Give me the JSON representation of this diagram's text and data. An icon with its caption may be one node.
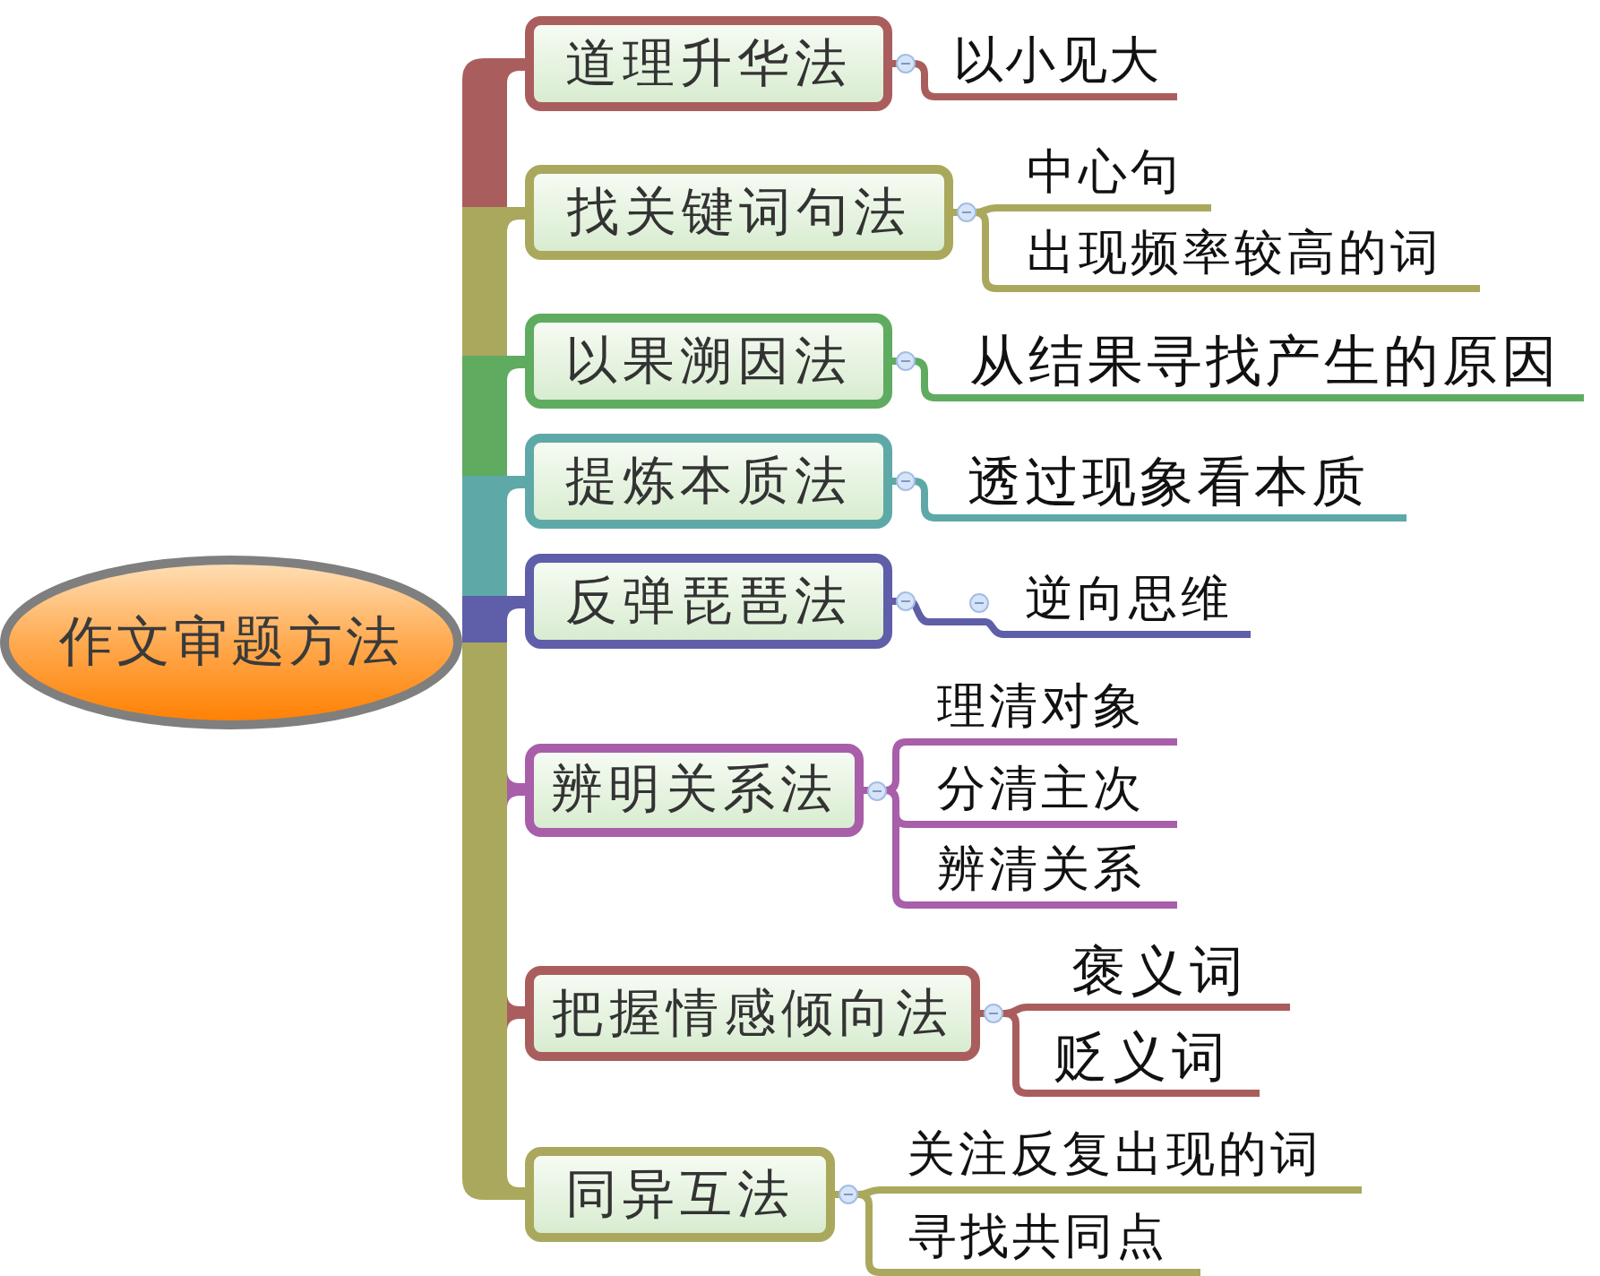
{
  "diagram": {
    "nodes": [
      {
        "text": [
          "作文审题方法"
        ]
      },
      {
        "text": [
          "道理升华法"
        ]
      },
      {
        "text": [
          "以小见大"
        ]
      },
      {
        "text": [
          "找关键词句法"
        ]
      },
      {
        "text": [
          "中心句"
        ]
      },
      {
        "text": [
          "出现频率较高的词"
        ]
      },
      {
        "text": [
          "以果溯因法"
        ]
      },
      {
        "text": [
          "从结果寻找产生的原因"
        ]
      },
      {
        "text": [
          "提炼本质法"
        ]
      },
      {
        "text": [
          "透过现象看本质"
        ]
      },
      {
        "text": [
          "反弹琵琶法"
        ]
      },
      {
        "text": [
          "逆向思维"
        ]
      },
      {
        "text": [
          "辨明关系法"
        ]
      },
      {
        "text": [
          "理清对象"
        ]
      },
      {
        "text": [
          "分清主次"
        ]
      },
      {
        "text": [
          "辨清关系"
        ]
      },
      {
        "text": [
          "把握情感倾向法"
        ]
      },
      {
        "text": [
          "褒义词"
        ]
      },
      {
        "text": [
          "贬义词"
        ]
      },
      {
        "text": [
          "同异互法"
        ]
      },
      {
        "text": [
          "关注反复出现的词"
        ]
      },
      {
        "text": [
          "寻找共同点"
        ]
      }
    ],
    "edges": [
      {
        "from": 0,
        "to": 1,
        "arrow": "none",
        "style": "thick",
        "color": "#a95e5d"
      },
      {
        "from": 1,
        "to": 2,
        "arrow": "none",
        "color": "#a95e5d"
      },
      {
        "from": 0,
        "to": 3,
        "arrow": "none",
        "style": "thick"
      },
      {
        "from": 3,
        "to": 4,
        "arrow": "none"
      },
      {
        "from": 3,
        "to": 5,
        "arrow": "none"
      },
      {
        "from": 0,
        "to": 6,
        "arrow": "none",
        "style": "thick",
        "color": "#5fab60"
      },
      {
        "from": 6,
        "to": 7,
        "arrow": "none",
        "color": "#5fab60"
      },
      {
        "from": 0,
        "to": 8,
        "arrow": "none",
        "style": "thick",
        "color": "#5ea9a8"
      },
      {
        "from": 8,
        "to": 9,
        "arrow": "none",
        "color": "#5ea9a8"
      },
      {
        "from": 0,
        "to": 10,
        "arrow": "none",
        "style": "thick",
        "color": "#5f5ea9"
      },
      {
        "from": 10,
        "to": 11,
        "arrow": "none",
        "color": "#5f5ea9"
      },
      {
        "from": 0,
        "to": 12,
        "arrow": "none",
        "style": "thick",
        "color": "#a85ea8"
      },
      {
        "from": 12,
        "to": 13,
        "arrow": "none",
        "color": "#a85ea8"
      },
      {
        "from": 12,
        "to": 14,
        "arrow": "none",
        "color": "#a85ea8"
      },
      {
        "from": 12,
        "to": 15,
        "arrow": "none",
        "color": "#a85ea8"
      },
      {
        "from": 0,
        "to": 16,
        "arrow": "none",
        "style": "thick",
        "color": "#a95e5d"
      },
      {
        "from": 16,
        "to": 17,
        "arrow": "none",
        "color": "#a95e5d"
      },
      {
        "from": 16,
        "to": 18,
        "arrow": "none",
        "color": "#a95e5d"
      },
      {
        "from": 0,
        "to": 19,
        "arrow": "none",
        "style": "thick"
      },
      {
        "from": 19,
        "to": 20,
        "arrow": "none"
      },
      {
        "from": 19,
        "to": 21,
        "arrow": "none"
      }
    ]
  }
}
